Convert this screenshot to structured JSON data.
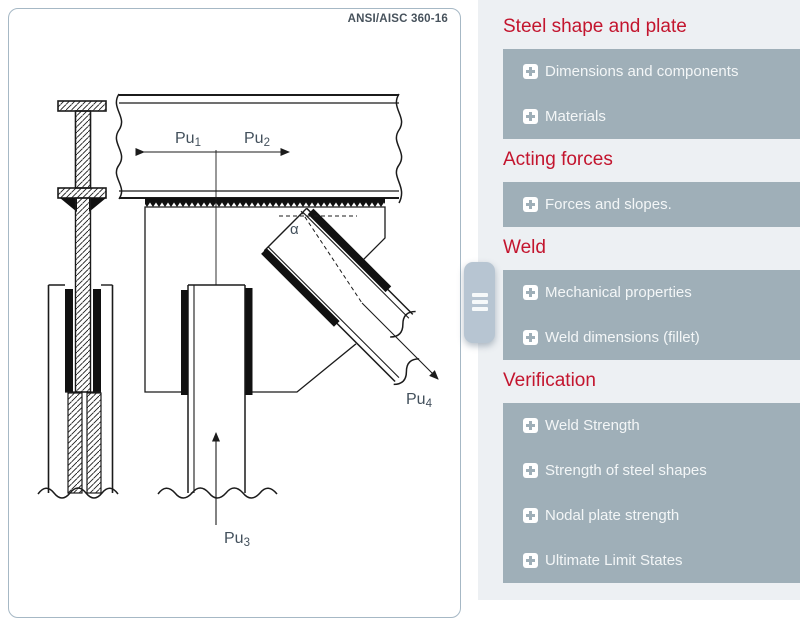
{
  "diagram": {
    "standard_label": "ANSI/AISC 360-16",
    "angle": "α",
    "forces": {
      "pu1": {
        "base": "Pu",
        "sub": "1"
      },
      "pu2": {
        "base": "Pu",
        "sub": "2"
      },
      "pu3": {
        "base": "Pu",
        "sub": "3"
      },
      "pu4": {
        "base": "Pu",
        "sub": "4"
      }
    }
  },
  "menu": {
    "sections": [
      {
        "title": "Steel shape and plate",
        "items": [
          {
            "label": "Dimensions and components"
          },
          {
            "label": "Materials"
          }
        ]
      },
      {
        "title": "Acting forces",
        "items": [
          {
            "label": "Forces and slopes."
          }
        ]
      },
      {
        "title": "Weld",
        "items": [
          {
            "label": "Mechanical properties"
          },
          {
            "label": "Weld dimensions (fillet)"
          }
        ]
      },
      {
        "title": "Verification",
        "items": [
          {
            "label": "Weld Strength"
          },
          {
            "label": "Strength of steel shapes"
          },
          {
            "label": "Nodal plate strength"
          },
          {
            "label": "Ultimate Limit States"
          }
        ]
      }
    ]
  },
  "icons": {
    "expand": "plus-square-icon",
    "panel_toggle": "hamburger-icon"
  },
  "colors": {
    "accent_red": "#c3152e",
    "menu_block": "#9fafb8",
    "panel_bg": "#edf0f3",
    "toggle_bg": "#b7c5d2",
    "canvas_border": "#a6b8c5",
    "diagram_label": "#43505c"
  }
}
